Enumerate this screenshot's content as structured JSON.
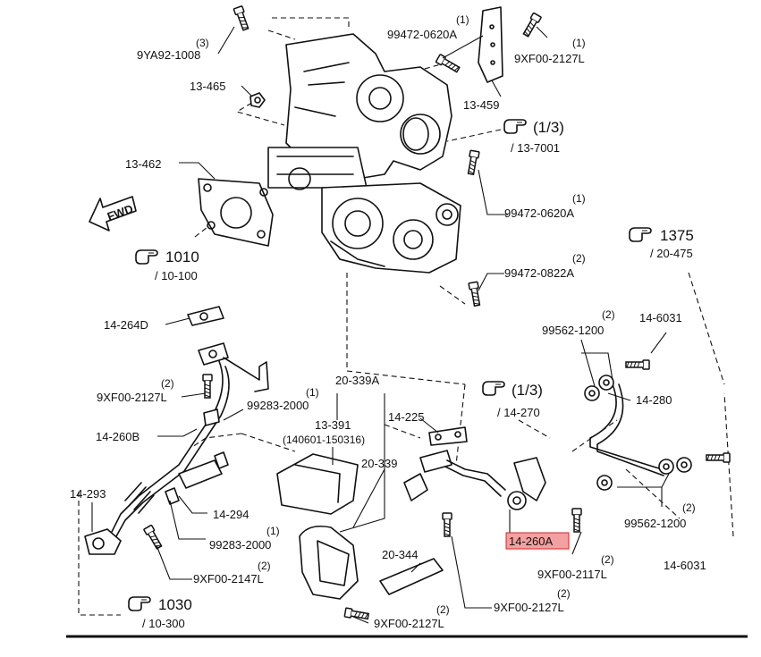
{
  "callouts": {
    "c_9YA92_1008": {
      "code": "9YA92-1008",
      "qty": "(3)"
    },
    "c_99472_0620A_top": {
      "code": "99472-0620A",
      "qty": "(1)"
    },
    "c_9XF00_2127L_top": {
      "code": "9XF00-2127L",
      "qty": "(1)"
    },
    "c_13_465": {
      "code": "13-465"
    },
    "c_13_459": {
      "code": "13-459"
    },
    "c_13_7001": {
      "frac": "(1/3)",
      "ref": "/ 13-7001"
    },
    "c_13_462": {
      "code": "13-462"
    },
    "c_99472_0620A_mid": {
      "code": "99472-0620A",
      "qty": "(1)"
    },
    "c_1010": {
      "num": "1010",
      "ref": "/ 10-100"
    },
    "c_1375": {
      "num": "1375",
      "ref": "/ 20-475"
    },
    "c_99472_0822A": {
      "code": "99472-0822A",
      "qty": "(2)"
    },
    "c_14_264D": {
      "code": "14-264D"
    },
    "c_99562_1200_top": {
      "code": "99562-1200",
      "qty": "(2)"
    },
    "c_14_6031_top": {
      "code": "14-6031"
    },
    "c_9XF00_2127L_left": {
      "code": "9XF00-2127L",
      "qty": "(2)"
    },
    "c_20_339A": {
      "code": "20-339A"
    },
    "c_99283_2000_top": {
      "code": "99283-2000",
      "qty": "(1)"
    },
    "c_14_270": {
      "frac": "(1/3)",
      "ref": "/ 14-270"
    },
    "c_14_280": {
      "code": "14-280"
    },
    "c_13_391": {
      "code": "13-391",
      "sub": "(140601-150316)"
    },
    "c_14_225": {
      "code": "14-225"
    },
    "c_14_260B": {
      "code": "14-260B"
    },
    "c_20_339": {
      "code": "20-339"
    },
    "c_14_293": {
      "code": "14-293"
    },
    "c_14_294": {
      "code": "14-294"
    },
    "c_99562_1200_bot": {
      "code": "99562-1200",
      "qty": "(2)"
    },
    "c_99283_2000_bot": {
      "code": "99283-2000",
      "qty": "(1)"
    },
    "c_14_260A": {
      "code": "14-260A"
    },
    "c_20_344": {
      "code": "20-344"
    },
    "c_9XF00_2147L": {
      "code": "9XF00-2147L",
      "qty": "(2)"
    },
    "c_9XF00_2117L": {
      "code": "9XF00-2117L",
      "qty": "(2)"
    },
    "c_14_6031_bot": {
      "code": "14-6031"
    },
    "c_9XF00_2127L_bot": {
      "code": "9XF00-2127L",
      "qty": "(2)"
    },
    "c_9XF00_2127L_bot2": {
      "code": "9XF00-2127L",
      "qty": "(2)"
    },
    "c_1030": {
      "num": "1030",
      "ref": "/ 10-300"
    }
  },
  "fwd_label": "FWD",
  "colors": {
    "highlight_fill": "#f3a0a0",
    "highlight_stroke": "#dd2222",
    "ink": "#111111"
  },
  "icons": {
    "reference": "pointing-hand-icon",
    "direction": "fwd-arrow-icon"
  }
}
